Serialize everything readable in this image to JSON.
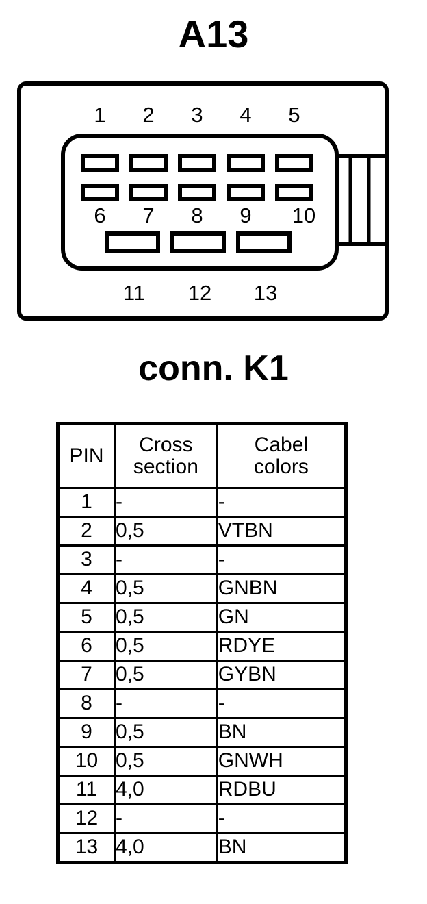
{
  "title": "A13",
  "subtitle": "conn. K1",
  "connector": {
    "name": "connector-housing-diagram",
    "top_row_labels": [
      "1",
      "2",
      "3",
      "4",
      "5"
    ],
    "middle_row_labels": [
      "6",
      "7",
      "8",
      "9",
      "10"
    ],
    "bottom_row_labels": [
      "11",
      "12",
      "13"
    ],
    "stroke_color": "#000000",
    "fill_color": "#ffffff",
    "latch_cells": 3
  },
  "table": {
    "headers": {
      "pin": "PIN",
      "cross_section_line1": "Cross",
      "cross_section_line2": "section",
      "cable_colors_line1": "Cabel",
      "cable_colors_line2": "colors"
    },
    "rows": [
      {
        "pin": "1",
        "cross": "-",
        "color": "-"
      },
      {
        "pin": "2",
        "cross": "0,5",
        "color": "VTBN"
      },
      {
        "pin": "3",
        "cross": "-",
        "color": "-"
      },
      {
        "pin": "4",
        "cross": "0,5",
        "color": "GNBN"
      },
      {
        "pin": "5",
        "cross": "0,5",
        "color": "GN"
      },
      {
        "pin": "6",
        "cross": "0,5",
        "color": "RDYE"
      },
      {
        "pin": "7",
        "cross": "0,5",
        "color": "GYBN"
      },
      {
        "pin": "8",
        "cross": "-",
        "color": "-"
      },
      {
        "pin": "9",
        "cross": "0,5",
        "color": "BN"
      },
      {
        "pin": "10",
        "cross": "0,5",
        "color": "GNWH"
      },
      {
        "pin": "11",
        "cross": "4,0",
        "color": "RDBU"
      },
      {
        "pin": "12",
        "cross": "-",
        "color": "-"
      },
      {
        "pin": "13",
        "cross": "4,0",
        "color": "BN"
      }
    ]
  }
}
